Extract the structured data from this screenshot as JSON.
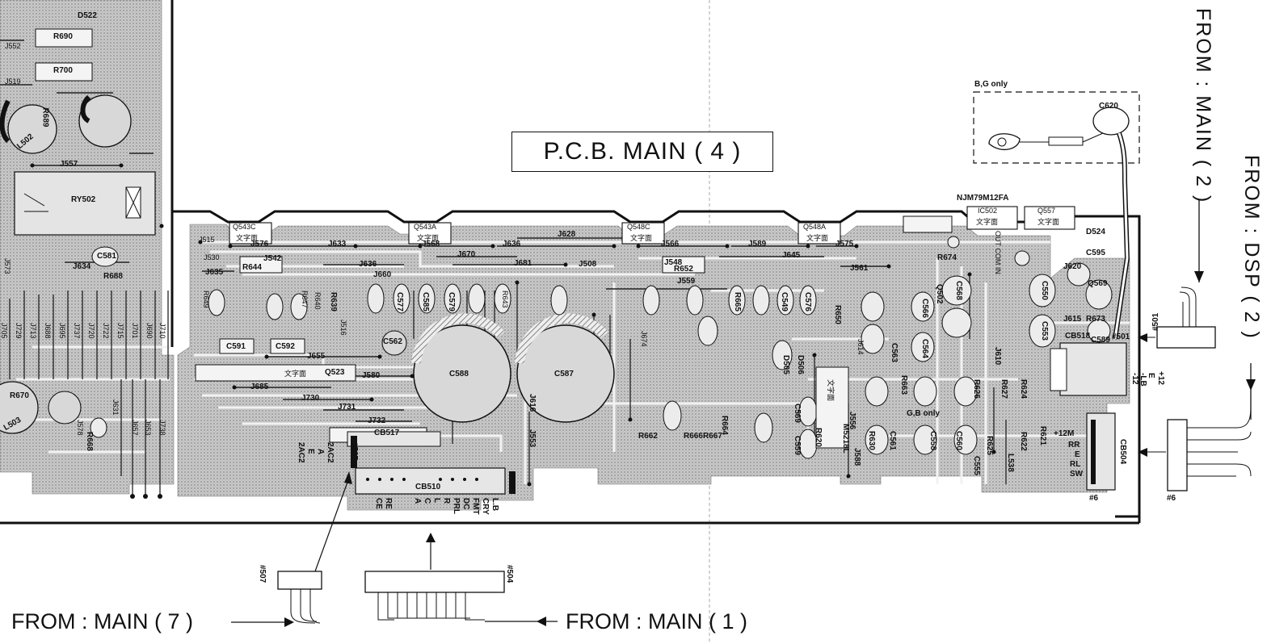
{
  "title": "P.C.B. MAIN ( 4 )",
  "connectors": {
    "from_main7": "FROM : MAIN ( 7 )",
    "from_main1": "FROM : MAIN ( 1 )",
    "from_main2": "FROM : MAIN ( 2 )",
    "from_dsp2": "FROM : DSP ( 2 )",
    "num_507": "#507",
    "num_504": "#504",
    "num_501": "#501",
    "num_6": "#6",
    "cb517": "CB517",
    "cb510": "CB510",
    "cb518": "CB518",
    "cb504": "CB504",
    "cb518_pins": [
      "+12",
      "E",
      "-LB",
      "-12"
    ],
    "cb504_pins": [
      "+12M",
      "RR",
      "E",
      "RL",
      "SW"
    ],
    "cb510_pins": [
      "L.B",
      "CRY",
      "FMT",
      "DC",
      "PRL",
      "R",
      "L",
      "C",
      "A",
      "RE",
      "CE"
    ],
    "cb517_pins": [
      "2AC2",
      "A",
      "E",
      "2AC2"
    ]
  },
  "bg_only": {
    "label": "B,G only",
    "cap": "C620",
    "gb_only": "G,B only"
  },
  "chips": {
    "q543c": "Q543C",
    "q543a": "Q543A",
    "q548c": "Q548C",
    "q548a": "Q548A",
    "ic502": "IC502",
    "q557": "Q557",
    "script": "文字面",
    "njm": "NJM79M12FA",
    "ic_pins": "OUT COM IN"
  },
  "parts": {
    "c588": "C588",
    "c587": "C587",
    "ry502": "RY502",
    "r690": "R690",
    "r700": "R700",
    "q523": "Q523",
    "c562": "C562",
    "c591": "C591",
    "c592": "C592",
    "l503": "L503",
    "l502": "L502",
    "r689": "R689",
    "r670": "R670",
    "d522": "D522",
    "c581": "C581",
    "r688": "R688",
    "r668": "R668",
    "r674": "R674",
    "d524": "D524",
    "c595": "C595",
    "q569": "Q569",
    "c589": "C589",
    "j615": "J615",
    "r673": "R673",
    "j620": "J620",
    "j610": "J610",
    "j576": "J576",
    "j633": "J633",
    "j568": "J568",
    "j636": "J636",
    "j628": "J628",
    "j566": "J566",
    "j589": "J589",
    "j575": "J575",
    "j542": "J542",
    "r644": "R644",
    "j635": "J635",
    "j660": "J660",
    "j670": "J670",
    "j681": "J681",
    "j548": "J548",
    "r652": "R652",
    "j645": "J645",
    "j561": "J561",
    "j559": "J559",
    "j634": "J634",
    "j655": "J655",
    "j580": "J580",
    "j685": "J685",
    "j730": "J730",
    "j731": "J731",
    "j732": "J732",
    "j557": "J557",
    "j508": "J508",
    "r650": "R650",
    "c577": "C577",
    "c579": "C579",
    "c585": "C585",
    "c549": "C549",
    "c576": "C576",
    "r639": "R639",
    "r665": "R665",
    "r662": "R662",
    "r666": "R666",
    "r667": "R667",
    "r664": "R664",
    "c559": "C559",
    "c569": "C569",
    "r620": "R620",
    "r630": "R630",
    "c561": "C561",
    "c558": "C558",
    "c560": "C560",
    "r625": "R625",
    "r622": "R622",
    "r621": "R621",
    "r627": "R627",
    "r626": "R626",
    "r624": "R624",
    "c563": "C563",
    "c564": "C564",
    "c566": "C566",
    "c568": "C568",
    "c550": "C550",
    "c553": "C553",
    "d505": "D505",
    "d506": "D506",
    "q502": "Q502",
    "l538": "L538",
    "c555": "C555",
    "j616": "J616",
    "j553": "J553",
    "j556": "J556",
    "j588": "J588",
    "r663": "R663",
    "m5218l": "M5218L",
    "j705": "J705",
    "j729": "J729",
    "j713": "J713",
    "j688": "J688",
    "j695": "J695",
    "j737": "J737",
    "j720": "J720",
    "j722": "J722",
    "j715": "J715",
    "j701": "J701",
    "j690": "J690",
    "j710": "J710",
    "j573": "J573",
    "j578": "J578",
    "j631": "J631",
    "j657": "J657",
    "j653": "J653",
    "j738": "J738",
    "j519": "J519",
    "j552": "J552",
    "j530": "J530",
    "j515": "J515",
    "j516": "J516",
    "j674": "J674",
    "j614": "J614",
    "r640": "R640",
    "r649": "R649",
    "r647": "R647",
    "r643": "R643"
  }
}
